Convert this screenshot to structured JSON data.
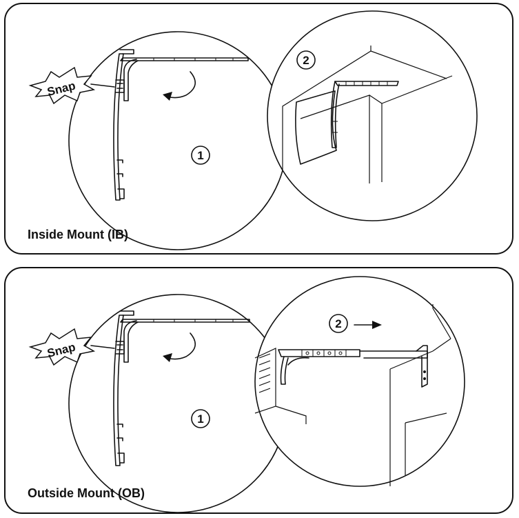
{
  "panels": [
    {
      "caption": "Inside Mount (IB)",
      "snap_label": "Snap",
      "step1": "1",
      "step2": "2"
    },
    {
      "caption": "Outside Mount (OB)",
      "snap_label": "Snap",
      "step1": "1",
      "step2": "2"
    }
  ]
}
